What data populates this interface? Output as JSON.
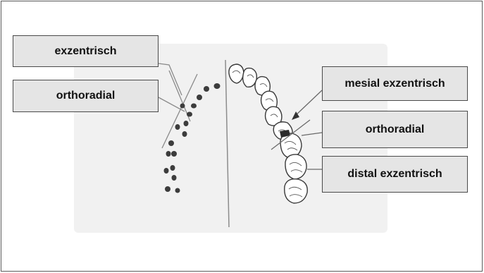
{
  "labels": {
    "left_top": "exzentrisch",
    "left_bottom": "orthoradial",
    "right_top": "mesial exzentrisch",
    "right_middle": "orthoradial",
    "right_bottom": "distal exzentrisch"
  },
  "colors": {
    "label_fill": "#e5e5e5",
    "border": "#4a4a4a",
    "line": "#8a8a8a",
    "dot": "#3c3c3c"
  }
}
